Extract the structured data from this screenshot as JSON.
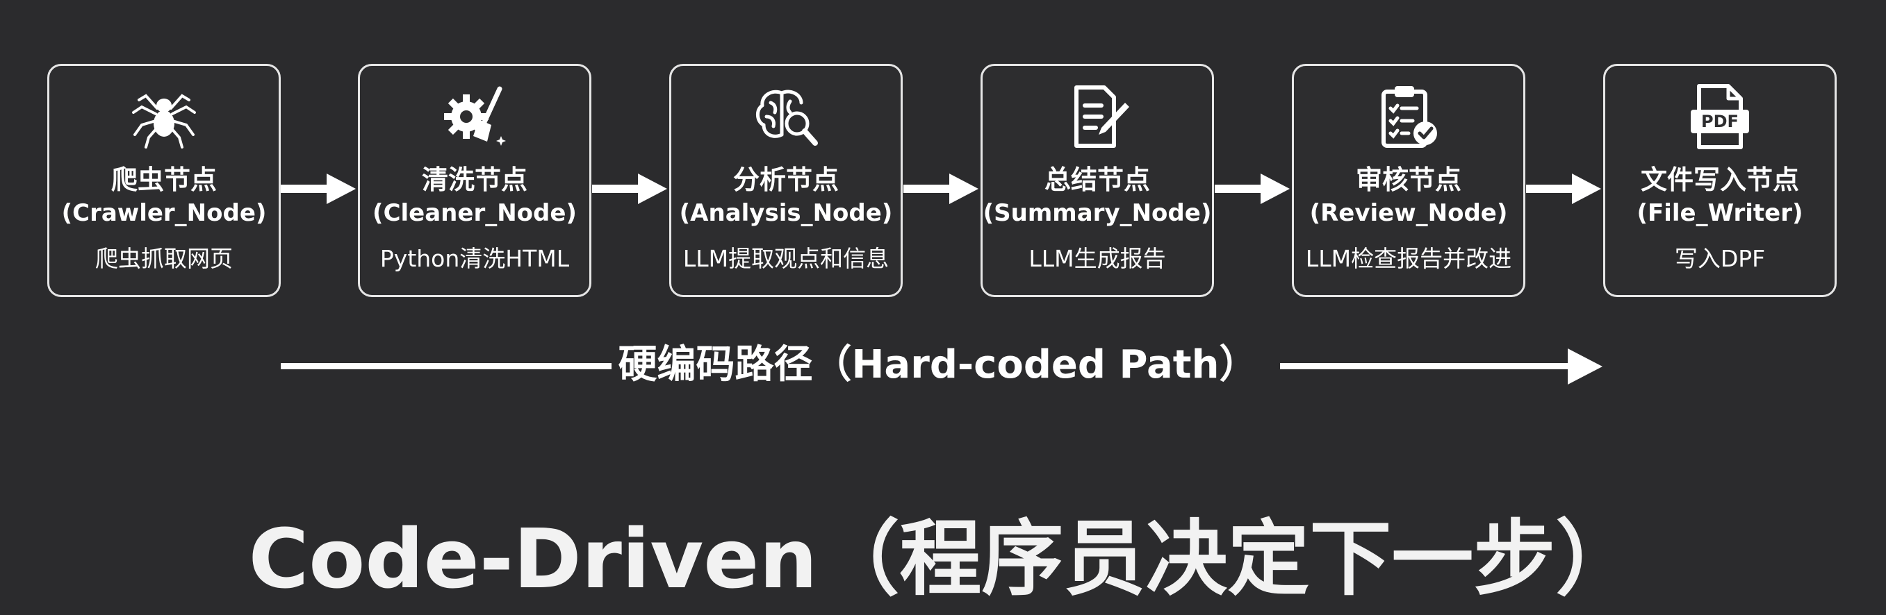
{
  "nodes": [
    {
      "title": "爬虫节点",
      "en": "(Crawler_Node)",
      "desc": "爬虫抓取网页",
      "icon": "spider-icon"
    },
    {
      "title": "清洗节点",
      "en": "(Cleaner_Node)",
      "desc": "Python清洗HTML",
      "icon": "gear-broom-icon"
    },
    {
      "title": "分析节点",
      "en": "(Analysis_Node)",
      "desc": "LLM提取观点和信息",
      "icon": "brain-search-icon"
    },
    {
      "title": "总结节点",
      "en": "(Summary_Node)",
      "desc": "LLM生成报告",
      "icon": "document-edit-icon"
    },
    {
      "title": "审核节点",
      "en": "(Review_Node)",
      "desc": "LLM检查报告并改进",
      "icon": "clipboard-check-icon"
    },
    {
      "title": "文件写入节点",
      "en": "(File_Writer)",
      "desc": "写入DPF",
      "icon": "pdf-file-icon"
    }
  ],
  "pdf_icon_text": "PDF",
  "path_label": "硬编码路径（Hard-coded Path）",
  "main_title": "Code-Driven（程序员决定下一步）",
  "colors": {
    "background": "#2b2b2d",
    "foreground": "#ffffff"
  }
}
